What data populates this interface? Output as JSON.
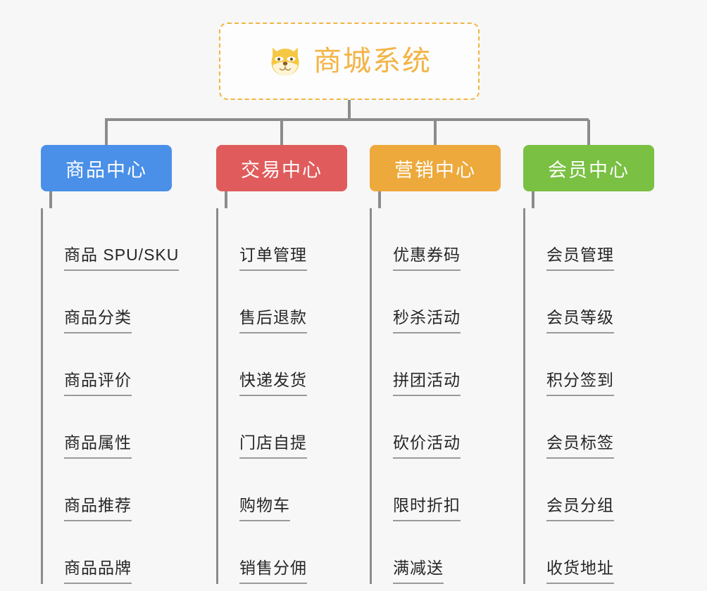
{
  "diagram": {
    "type": "org-chart",
    "background_color": "#f7f7f7",
    "connector_color": "#8c8c8c",
    "root": {
      "title": "商城系统",
      "icon": "shiba-dog-icon",
      "text_color": "#f3b344",
      "border_color": "#f2b544",
      "border_style": "dashed"
    },
    "columns": [
      {
        "label": "商品中心",
        "color": "#4a90e8",
        "items": [
          "商品 SPU/SKU",
          "商品分类",
          "商品评价",
          "商品属性",
          "商品推荐",
          "商品品牌"
        ]
      },
      {
        "label": "交易中心",
        "color": "#e05c5c",
        "items": [
          "订单管理",
          "售后退款",
          "快递发货",
          "门店自提",
          "购物车",
          "销售分佣"
        ]
      },
      {
        "label": "营销中心",
        "color": "#eda93c",
        "items": [
          "优惠券码",
          "秒杀活动",
          "拼团活动",
          "砍价活动",
          "限时折扣",
          "满减送"
        ]
      },
      {
        "label": "会员中心",
        "color": "#79c043",
        "items": [
          "会员管理",
          "会员等级",
          "积分签到",
          "会员标签",
          "会员分组",
          "收货地址"
        ]
      }
    ]
  }
}
